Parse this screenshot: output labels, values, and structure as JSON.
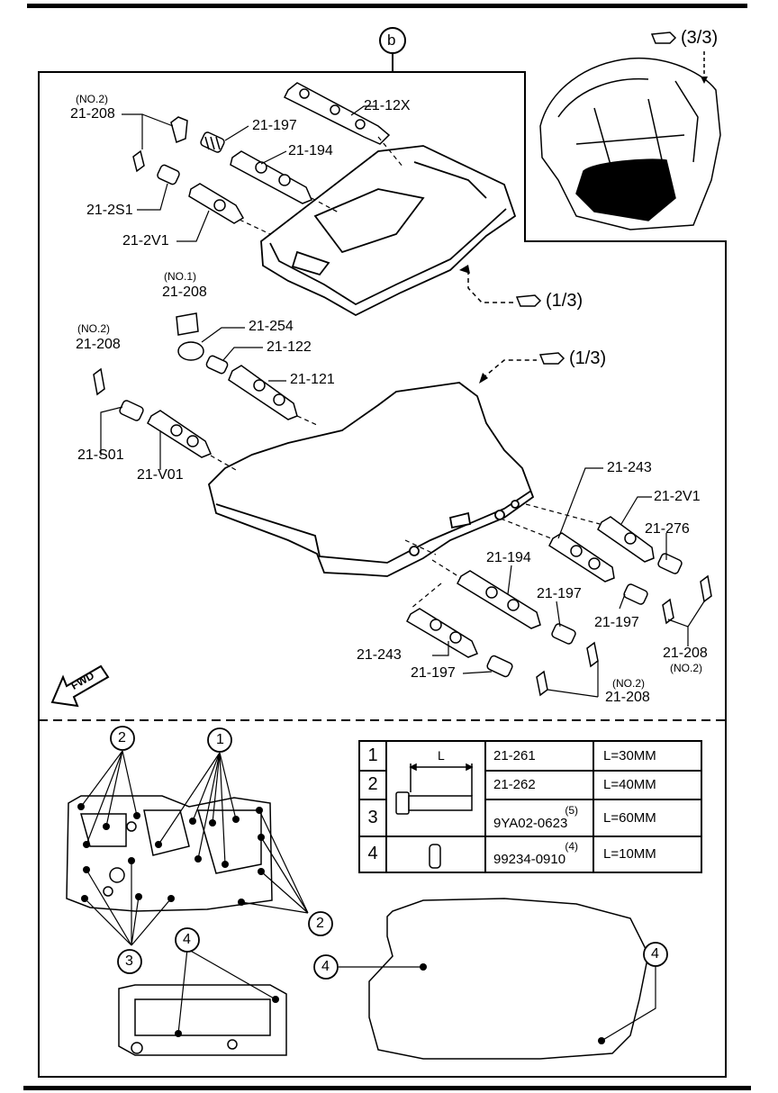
{
  "labels": {
    "b_circle": "b",
    "ref_3_3": "(3/3)",
    "ref_1_3_a": "(1/3)",
    "ref_1_3_b": "(1/3)",
    "p_21_12X": "21-12X",
    "no2_a": "(NO.2)",
    "p_21_208_a": "21-208",
    "p_21_197_a": "21-197",
    "p_21_194_a": "21-194",
    "p_21_2S1": "21-2S1",
    "p_21_2V1_a": "21-2V1",
    "no1": "(NO.1)",
    "p_21_208_b": "21-208",
    "p_21_254": "21-254",
    "no2_b": "(NO.2)",
    "p_21_208_c": "21-208",
    "p_21_122": "21-122",
    "p_21_121": "21-121",
    "p_21_S01": "21-S01",
    "p_21_V01": "21-V01",
    "p_21_243_a": "21-243",
    "p_21_2V1_b": "21-2V1",
    "p_21_276": "21-276",
    "p_21_194_b": "21-194",
    "p_21_197_b": "21-197",
    "p_21_197_c": "21-197",
    "p_21_208_d": "21-208",
    "no2_d": "(NO.2)",
    "p_21_243_b": "21-243",
    "p_21_197_d": "21-197",
    "no2_e": "(NO.2)",
    "p_21_208_e": "21-208",
    "fwd": "FWD",
    "c1": "1",
    "c2_a": "2",
    "c2_b": "2",
    "c3": "3",
    "c4_a": "4",
    "c4_b": "4",
    "c4_c": "4",
    "L": "L"
  },
  "table": {
    "rows": [
      {
        "num": "1",
        "part": "21-261",
        "qty": "",
        "length": "L=30MM"
      },
      {
        "num": "2",
        "part": "21-262",
        "qty": "",
        "length": "L=40MM"
      },
      {
        "num": "3",
        "part": "9YA02-0623",
        "qty": "(5)",
        "length": "L=60MM"
      },
      {
        "num": "4",
        "part": "99234-0910",
        "qty": "(4)",
        "length": "L=10MM"
      }
    ]
  }
}
